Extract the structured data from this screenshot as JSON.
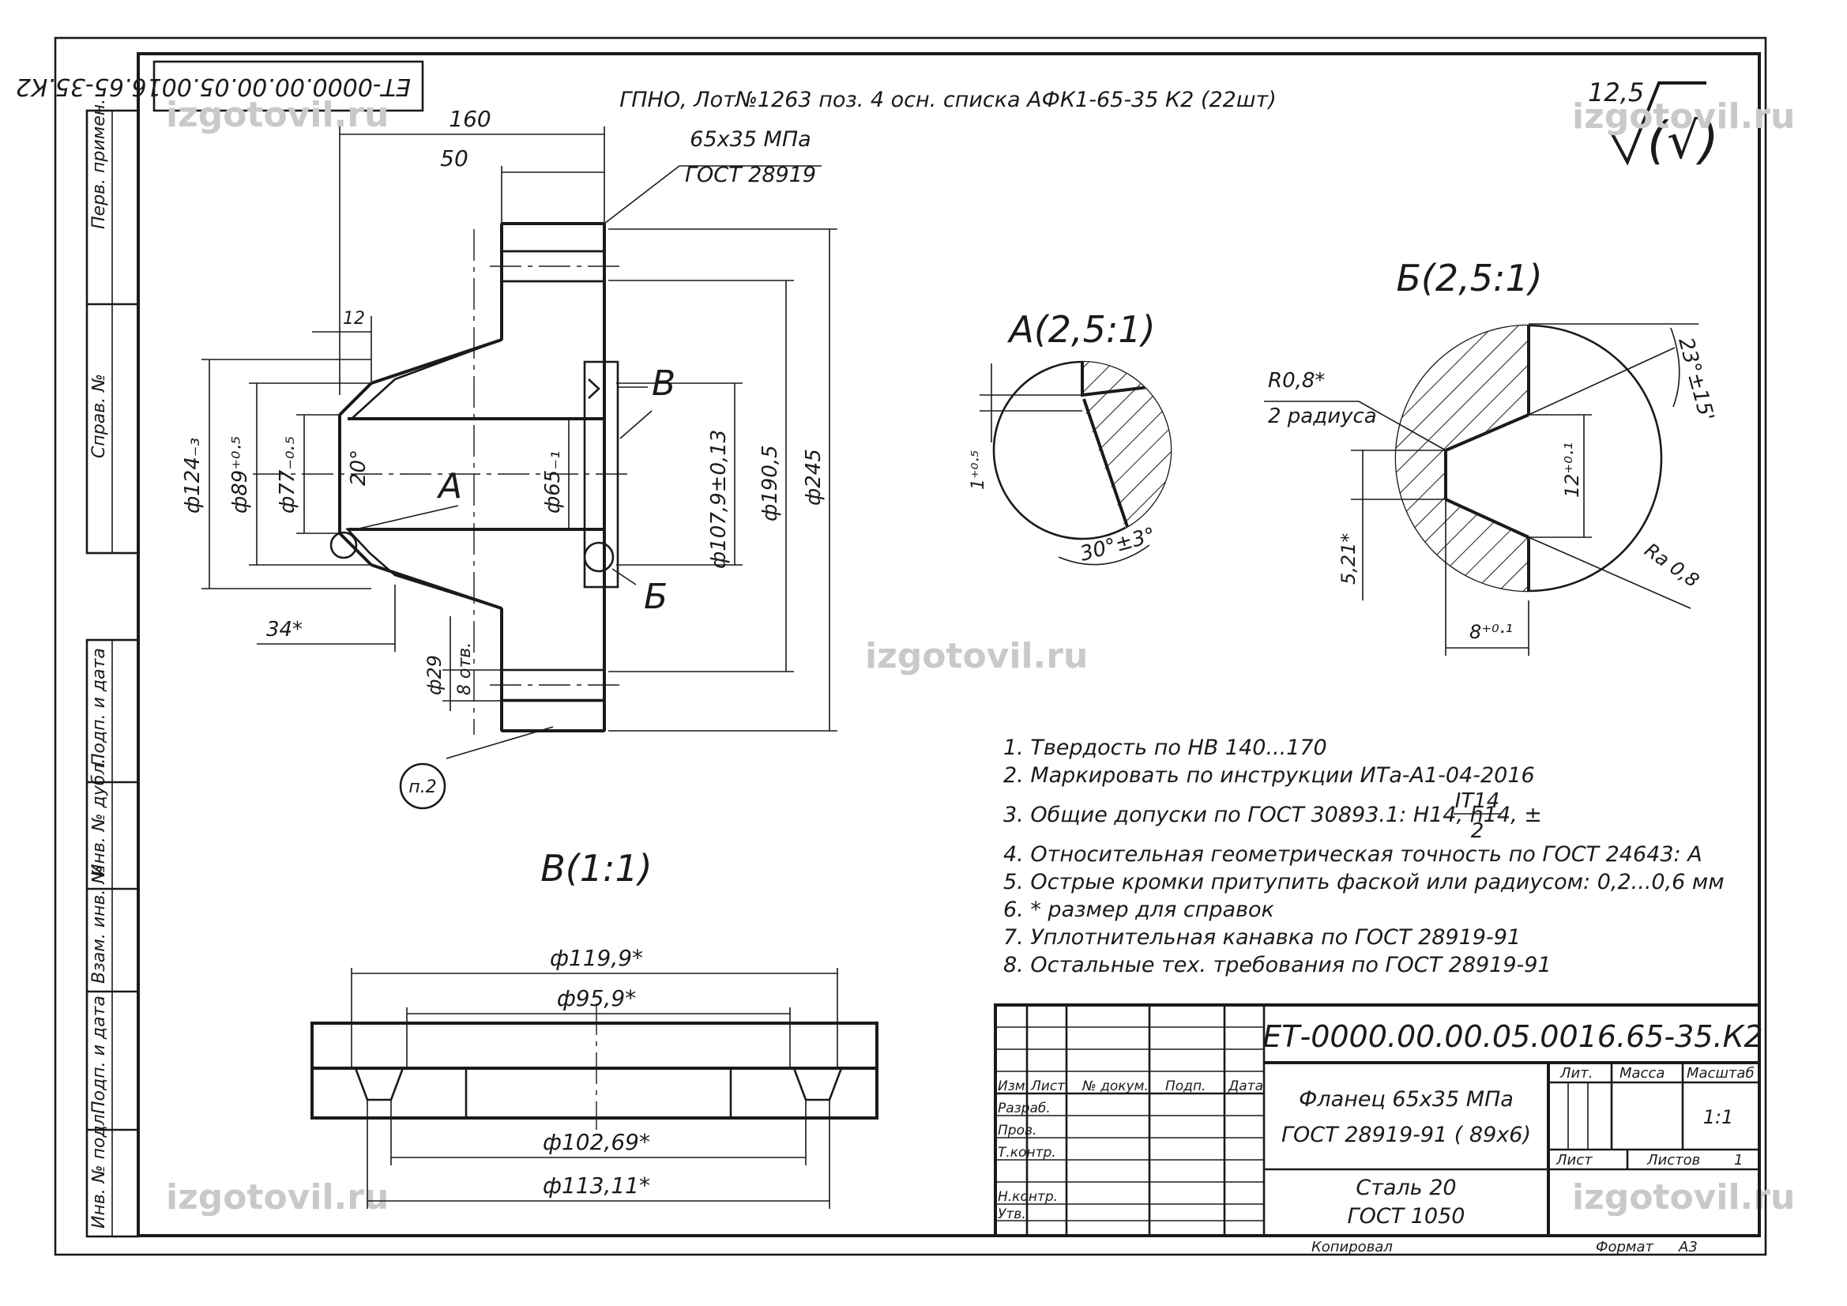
{
  "header_note": "ГПНО, Лот№1263 поз. 4 осн. списка АФК1-65-35 К2 (22шт)",
  "stamp_top_mirrored": "ЕТ-0000.00.00.05.0016.65-35.К2",
  "roughness": {
    "value": "12,5",
    "symbol": "√(√)"
  },
  "watermark": "izgotovil.ru",
  "side_labels": [
    "Перв. примен.",
    "Справ. №",
    "Подп. и дата",
    "Инв. № дубл.",
    "Взам. инв. №",
    "Подп. и дата",
    "Инв. № подл."
  ],
  "main_view": {
    "material_label_1": "65х35 МПа",
    "material_label_2": "ГОСТ 28919",
    "dims": {
      "d160": "160",
      "d50": "50",
      "d12": "12",
      "d124": "ф124₋₃",
      "d89": "ф89⁺⁰·⁵",
      "d77": "ф77₋₀.₅",
      "a20": "20°",
      "d65": "ф65₋₁",
      "d107": "ф107,9±0,13",
      "d190": "ф190,5",
      "d245": "ф245",
      "d34": "34*",
      "d29": "ф29",
      "holes": "8 отв.",
      "callout": "п.2"
    },
    "view_letters": {
      "a": "А",
      "b": "Б",
      "v": "В"
    }
  },
  "detail_a": {
    "title": "А(2,5:1)",
    "dim_1": "1⁺⁰·⁵",
    "angle": "30°±3°"
  },
  "detail_b": {
    "title": "Б(2,5:1)",
    "radius": "R0,8*",
    "radius_note": "2 радиуса",
    "angle": "23°±15'",
    "dim_12": "12⁺⁰·¹",
    "dim_521": "5,21*",
    "dim_8": "8⁺⁰·¹",
    "roughness": "Ra 0,8"
  },
  "section_v": {
    "title": "В(1:1)",
    "d1199": "ф119,9*",
    "d959": "ф95,9*",
    "d10269": "ф102,69*",
    "d11311": "ф113,11*"
  },
  "notes": [
    "1. Твердость по НВ 140...170",
    "2. Маркировать по инструкции ИТа-А1-04-2016",
    "3. Общие допуски по ГОСТ 30893.1: H14, h14, ±",
    "4. Относительная геометрическая точность по ГОСТ 24643: А",
    "5. Острые кромки притупить фаской или радиусом: 0,2...0,6 мм",
    "6. * размер для справок",
    "7. Уплотнительная канавка по ГОСТ 28919-91",
    "8. Остальные тех. требования по ГОСТ 28919-91"
  ],
  "note3_fraction": {
    "num": "IT14",
    "den": "2"
  },
  "title_block": {
    "designation": "ЕТ-0000.00.00.05.0016.65-35.К2",
    "name_line1": "Фланец 65х35 МПа",
    "name_line2": "ГОСТ 28919-91 ( 89х6)",
    "material_line1": "Сталь 20",
    "material_line2": "ГОСТ 1050",
    "col_headers": [
      "Изм.",
      "Лист",
      "№ докум.",
      "Подп.",
      "Дата"
    ],
    "roles": [
      "Разраб.",
      "Пров.",
      "Т.контр.",
      "Н.контр.",
      "Утв."
    ],
    "lit_label": "Лит.",
    "mass_label": "Масса",
    "scale_label": "Масштаб",
    "scale_value": "1:1",
    "sheet_label": "Лист",
    "sheets_label": "Листов",
    "sheets_value": "1",
    "copied_label": "Копировал",
    "format_label": "Формат",
    "format_value": "А3"
  }
}
